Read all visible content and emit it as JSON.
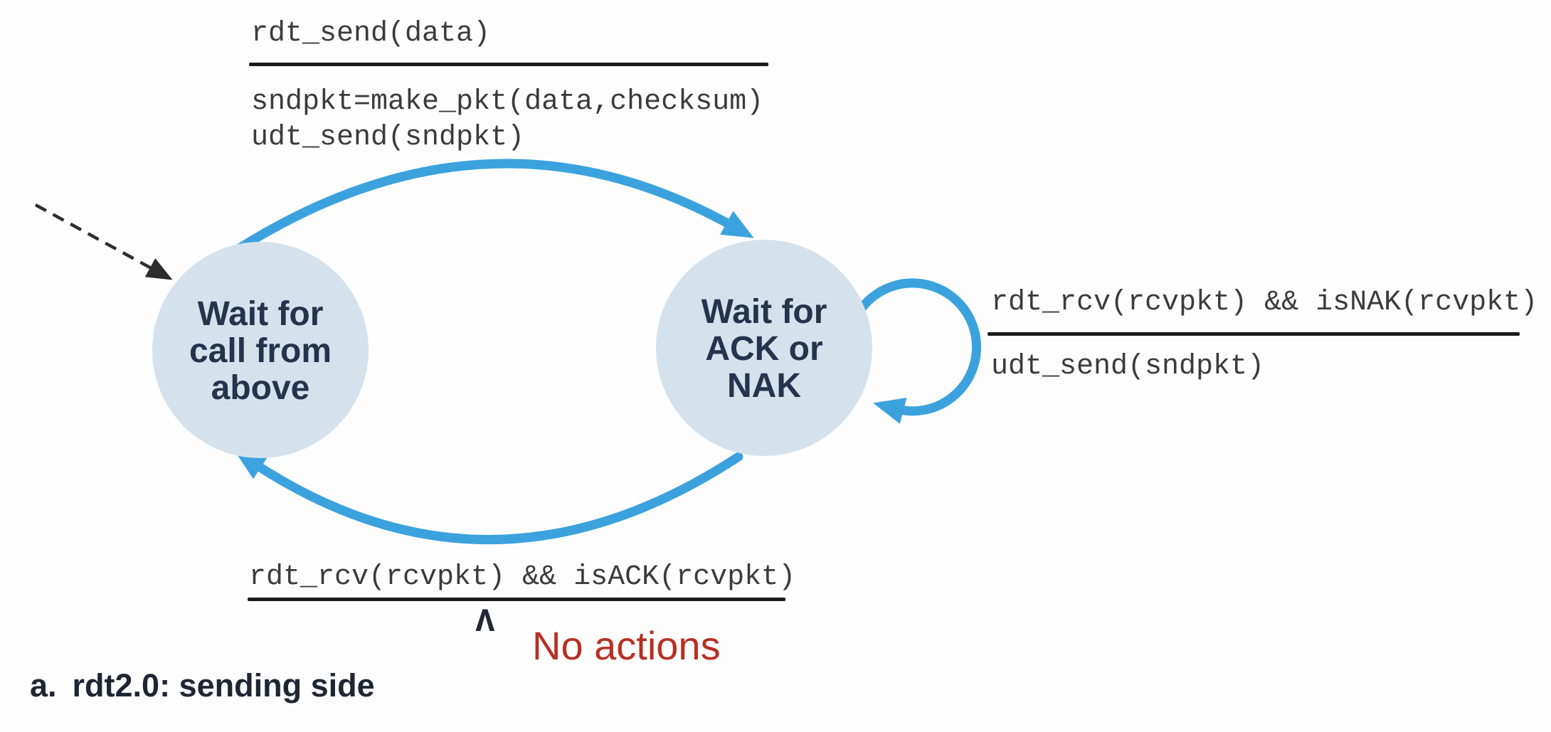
{
  "figure": {
    "caption": {
      "label": "a.",
      "title": "rdt2.0: sending side"
    },
    "states": {
      "left": {
        "lines": [
          "Wait for",
          "call from",
          "above"
        ]
      },
      "right": {
        "lines": [
          "Wait for",
          "ACK or",
          "NAK"
        ]
      }
    },
    "transitions": {
      "send": {
        "event": "rdt_send(data)",
        "action1": "sndpkt=make_pkt(data,checksum)",
        "action2": "udt_send(sndpkt)"
      },
      "nak_loop": {
        "event": "rdt_rcv(rcvpkt) && isNAK(rcvpkt)",
        "action": "udt_send(sndpkt)"
      },
      "ack_return": {
        "event": "rdt_rcv(rcvpkt) && isACK(rcvpkt)",
        "action": "Λ",
        "annotation": "No actions"
      }
    },
    "colors": {
      "arrow_blue": "#3ba2de",
      "state_fill": "#d5e2ec",
      "state_text": "#26334d",
      "code_text": "#3b3b3b",
      "rule_dark": "#1b1b1b",
      "annotation_red": "#b82f22",
      "entry_black": "#2d2d2d"
    }
  }
}
